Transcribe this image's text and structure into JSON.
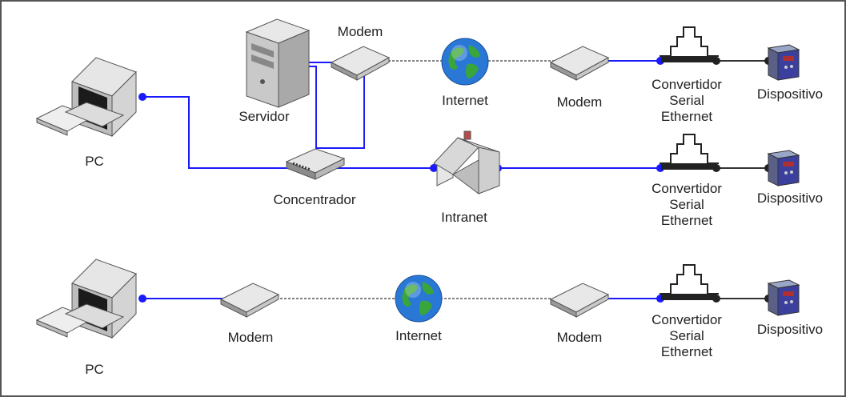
{
  "diagram": {
    "labels": {
      "pc": "PC",
      "servidor": "Servidor",
      "modem": "Modem",
      "internet": "Internet",
      "concentrador": "Concentrador",
      "intranet": "Intranet",
      "convertidor_line1": "Convertidor",
      "convertidor_line2": "Serial",
      "convertidor_line3": "Ethernet",
      "dispositivo": "Dispositivo"
    },
    "colors": {
      "link": "#1a1aff",
      "modem_link": "#555555",
      "device_link": "#333333",
      "border": "#555555"
    }
  }
}
